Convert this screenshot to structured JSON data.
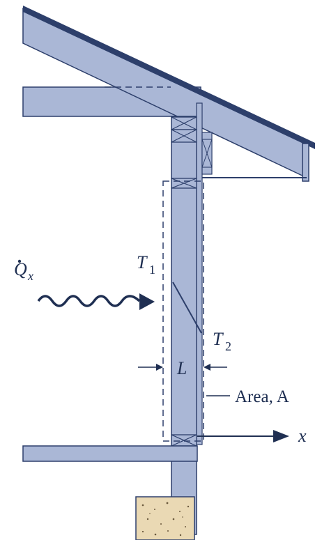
{
  "labels": {
    "heat_rate": "Q",
    "heat_rate_sub": "x",
    "t1": "T",
    "t1_sub": "1",
    "t2": "T",
    "t2_sub": "2",
    "thickness": "L",
    "area": "Area, A",
    "x_axis": "x"
  },
  "colors": {
    "wall_fill": "#aab7d6",
    "outline": "#2d3f6b",
    "text": "#1f2f52",
    "foundation": "#ead9b4"
  },
  "icons": {
    "heat_flow": "wavy-arrow-icon",
    "dimension": "dimension-arrows-icon",
    "axis": "arrow-right-icon"
  }
}
